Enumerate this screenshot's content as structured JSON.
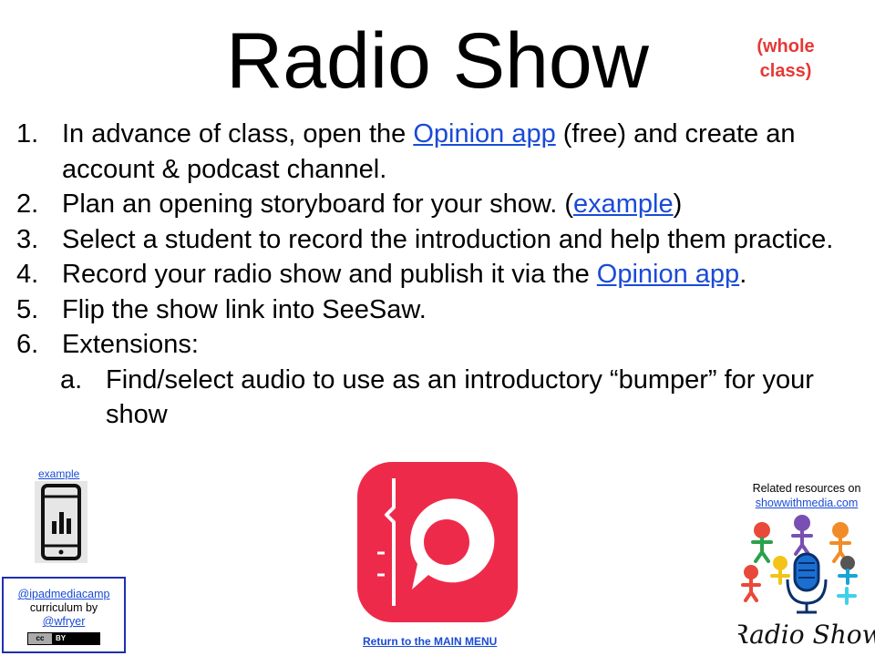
{
  "title": "Radio Show",
  "badge": {
    "line1": "(whole",
    "line2": "class)"
  },
  "steps": [
    {
      "num": "1.",
      "before": "In advance of class, open the ",
      "link": "Opinion app",
      "after": " (free) and create an account & podcast channel."
    },
    {
      "num": "2.",
      "before": "Plan an opening storyboard for your show. (",
      "link": "example",
      "after": ")"
    },
    {
      "num": "3.",
      "text": "Select a student to record the introduction and help them practice."
    },
    {
      "num": "4.",
      "before": "Record your radio show and publish it via the ",
      "link": "Opinion app",
      "after": "."
    },
    {
      "num": "5.",
      "text": "Flip the show link into SeeSaw."
    },
    {
      "num": "6.",
      "text": "Extensions:"
    }
  ],
  "substep": {
    "num": "a.",
    "text": "Find/select audio to use as an introductory “bumper” for your show"
  },
  "example_link": "example",
  "credit": {
    "handle": "@ipadmediacamp",
    "line2": "curriculum by",
    "author": "@wfryer",
    "license_left": "cc",
    "license_right": "BY"
  },
  "menu_link": "Return to the MAIN MENU",
  "related": {
    "label": "Related resources on",
    "link": "showwithmedia.com"
  },
  "radio_logo_text": "Radio Show",
  "icons": {
    "phone": "phone-chart-icon",
    "app": "opinion-app-icon",
    "art": "radio-show-art"
  },
  "colors": {
    "accent_red": "#e53935",
    "link_blue": "#1a4bd6",
    "app_red": "#ee2a4a",
    "border_blue": "#1f2fb0"
  }
}
